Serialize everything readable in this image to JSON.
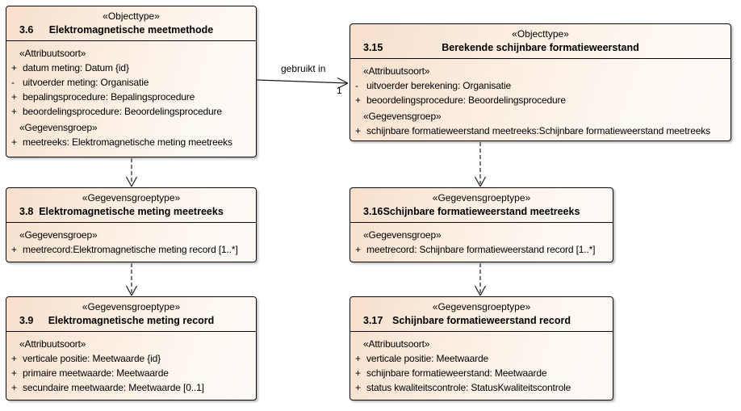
{
  "diagram": {
    "colors": {
      "box_fill_start": "#f7dfcc",
      "box_fill_end": "#fdf9f4",
      "border": "#0a0a0a",
      "background": "#ffffff"
    },
    "boxes": [
      {
        "stereotype": "«Objecttype»",
        "number": "3.6",
        "title": "Elektromagnetische meetmethode",
        "rows": [
          {
            "type": "stereotype",
            "prefix": "",
            "text": "«Attribuutsoort»"
          },
          {
            "type": "attribute",
            "prefix": "+",
            "text": "datum meting: Datum {id}"
          },
          {
            "type": "attribute",
            "prefix": "-",
            "text": "uitvoerder meting: Organisatie"
          },
          {
            "type": "attribute",
            "prefix": "+",
            "text": "bepalingsprocedure: Bepalingsprocedure"
          },
          {
            "type": "attribute",
            "prefix": "+",
            "text": "beoordelingsprocedure: Beoordelingsprocedure"
          },
          {
            "type": "stereotype",
            "prefix": "",
            "text": "«Gegevensgroep»"
          },
          {
            "type": "attribute",
            "prefix": "+",
            "text": "meetreeks: Elektromagnetische meting meetreeks"
          }
        ]
      },
      {
        "stereotype": "«Objecttype»",
        "number": "3.15",
        "title": "Berekende schijnbare formatieweerstand",
        "rows": [
          {
            "type": "stereotype",
            "prefix": "",
            "text": "«Attribuutsoort»"
          },
          {
            "type": "attribute",
            "prefix": "-",
            "text": "uitvoerder berekening: Organisatie"
          },
          {
            "type": "attribute",
            "prefix": "+",
            "text": "beoordelingsprocedure: Beoordelingsprocedure"
          },
          {
            "type": "stereotype",
            "prefix": "",
            "text": "«Gegevensgroep»"
          },
          {
            "type": "attribute",
            "prefix": "+",
            "text": "schijnbare formatieweerstand meetreeks:Schijnbare formatieweerstand meetreeks"
          }
        ]
      },
      {
        "stereotype": "«Gegevensgroeptype»",
        "number": "3.8",
        "title": "Elektromagnetische meting meetreeks",
        "rows": [
          {
            "type": "stereotype",
            "prefix": "",
            "text": "«Gegevensgroep»"
          },
          {
            "type": "attribute",
            "prefix": "+",
            "text": "meetrecord:Elektromagnetische meting record [1..*]"
          }
        ]
      },
      {
        "stereotype": "«Gegevensgroeptype»",
        "number": "3.16",
        "title": "Schijnbare formatieweerstand meetreeks",
        "rows": [
          {
            "type": "stereotype",
            "prefix": "",
            "text": "«Gegevensgroep»"
          },
          {
            "type": "attribute",
            "prefix": "+",
            "text": "meetrecord: Schijnbare formatieweerstand record [1..*]"
          }
        ]
      },
      {
        "stereotype": "«Gegevensgroeptype»",
        "number": "3.9",
        "title": "Elektromagnetische meting record",
        "rows": [
          {
            "type": "stereotype",
            "prefix": "",
            "text": "«Attribuutsoort»"
          },
          {
            "type": "attribute",
            "prefix": "+",
            "text": "verticale positie: Meetwaarde {id}"
          },
          {
            "type": "attribute",
            "prefix": "+",
            "text": "primaire meetwaarde: Meetwaarde"
          },
          {
            "type": "attribute",
            "prefix": "+",
            "text": "secundaire meetwaarde: Meetwaarde [0..1]"
          }
        ]
      },
      {
        "stereotype": "«Gegevensgroeptype»",
        "number": "3.17",
        "title": "Schijnbare formatieweerstand record",
        "rows": [
          {
            "type": "stereotype",
            "prefix": "",
            "text": "«Attribuutsoort»"
          },
          {
            "type": "attribute",
            "prefix": "+",
            "text": "verticale positie: Meetwaarde"
          },
          {
            "type": "attribute",
            "prefix": "+",
            "text": "schijnbare formatieweerstand: Meetwaarde"
          },
          {
            "type": "attribute",
            "prefix": "+",
            "text": "status kwaliteitscontrole: StatusKwaliteitscontrole"
          }
        ]
      }
    ],
    "connectors": {
      "association": {
        "label": "gebruikt in",
        "multiplicity": "1"
      }
    }
  }
}
